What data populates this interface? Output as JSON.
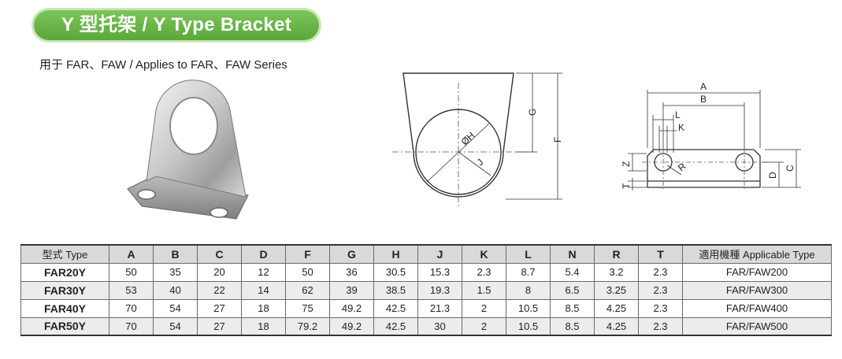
{
  "title": "Y 型托架 / Y Type Bracket",
  "subtitle": "用于 FAR、FAW  / Applies to FAR、FAW Series",
  "drawing_labels": {
    "G": "G",
    "F": "F",
    "H": "ØH",
    "J": "J",
    "A": "A",
    "B": "B",
    "L": "L",
    "K": "K",
    "R": "R",
    "Z": "Z",
    "T": "T",
    "D": "D",
    "C": "C"
  },
  "table": {
    "headers": [
      "型式 Type",
      "A",
      "B",
      "C",
      "D",
      "F",
      "G",
      "H",
      "J",
      "K",
      "L",
      "N",
      "R",
      "T",
      "適用機種 Applicable Type"
    ],
    "rows": [
      [
        "FAR20Y",
        "50",
        "35",
        "20",
        "12",
        "50",
        "36",
        "30.5",
        "15.3",
        "2.3",
        "8.7",
        "5.4",
        "3.2",
        "2.3",
        "FAR/FAW200"
      ],
      [
        "FAR30Y",
        "53",
        "40",
        "22",
        "14",
        "62",
        "39",
        "38.5",
        "19.3",
        "1.5",
        "8",
        "6.5",
        "3.25",
        "2.3",
        "FAR/FAW300"
      ],
      [
        "FAR40Y",
        "70",
        "54",
        "27",
        "18",
        "75",
        "49.2",
        "42.5",
        "21.3",
        "2",
        "10.5",
        "8.5",
        "4.25",
        "2.3",
        "FAR/FAW400"
      ],
      [
        "FAR50Y",
        "70",
        "54",
        "27",
        "18",
        "79.2",
        "49.2",
        "42.5",
        "30",
        "2",
        "10.5",
        "8.5",
        "4.25",
        "2.3",
        "FAR/FAW500"
      ]
    ]
  }
}
